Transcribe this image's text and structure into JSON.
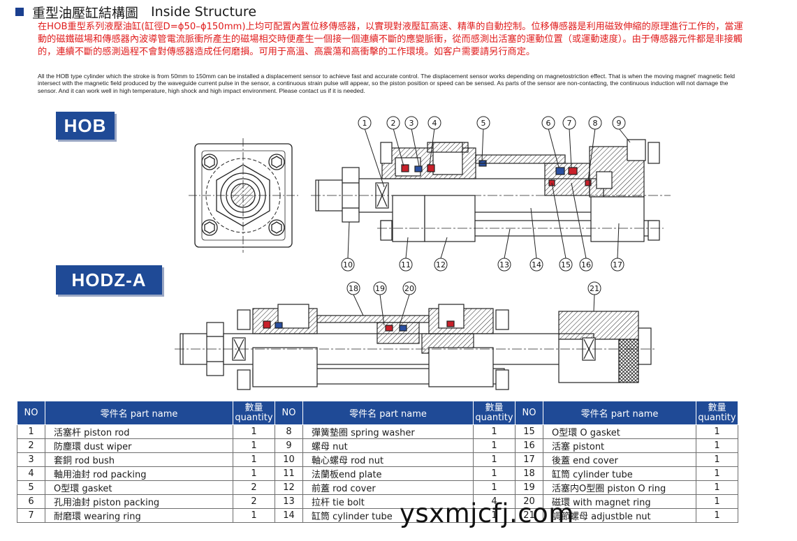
{
  "header": {
    "title_cn": "重型油壓缸結構圖",
    "title_en": "Inside Structure"
  },
  "description": {
    "cn": "在HOB重型系列液壓油缸(缸徑D=ϕ50–ϕ150mm)上均可配置內置位移傳感器，以實現對液壓缸高速、精準的自動控制。位移傳感器是利用磁致伸縮的原理進行工作的，當運動的磁鐵磁場和傳感器內波導管電流脈衝所產生的磁場相交時便產生一個接一個連續不斷的應變脈衝，從而感測出活塞的運動位置（或運動速度）。由于傳感器元件都是非接觸的，連續不斷的感測過程不會對傳感器造成任何磨損。可用于高溫、高震蕩和高衝擊的工作環境。如客户需要請另行商定。",
    "en": "All the HOB type cylinder which the stroke is from 50mm to 150mm can be installed a displacement sensor to achieve fast and accurate control. The displacement sensor works depending on magnetostriction effect. That is when the moving magnet' magnetic field intersect with the magnetic field produced by the waveguide current pulse in the sensor, a continuous strain pulse will appear, so the piston position or speed can be sensed. As parts of the sensor are non-contacting, the continuous induction will not damage the sensor. And it can work well in high temperature, high shock and high impact environment. Please contact us if it is needed."
  },
  "models": {
    "hob": "HOB",
    "hodz": "HODZ-A"
  },
  "callouts": {
    "hob_top": [
      "①",
      "②",
      "③",
      "④",
      "⑤",
      "⑥",
      "⑦",
      "⑧",
      "⑨"
    ],
    "hob_bottom": [
      "⑩",
      "⑪",
      "⑫",
      "⑬",
      "⑭",
      "⑮",
      "⑯",
      "⑰"
    ],
    "hodz_top": [
      "⑱",
      "⑲",
      "⑳",
      "㉑"
    ]
  },
  "table": {
    "headers": {
      "no": "NO",
      "part_name": "零件名 part name",
      "qty_cn": "數量",
      "qty_en": "quantity"
    },
    "columns": [
      [
        {
          "no": "1",
          "name": "活塞杆 piston rod",
          "qty": "1"
        },
        {
          "no": "2",
          "name": "防塵環 dust wiper",
          "qty": "1"
        },
        {
          "no": "3",
          "name": "套銅 rod bush",
          "qty": "1"
        },
        {
          "no": "4",
          "name": "軸用油封 rod packing",
          "qty": "1"
        },
        {
          "no": "5",
          "name": "O型環 gasket",
          "qty": "2"
        },
        {
          "no": "6",
          "name": "孔用油封 piston packing",
          "qty": "2"
        },
        {
          "no": "7",
          "name": "耐磨環 wearing ring",
          "qty": "1"
        }
      ],
      [
        {
          "no": "8",
          "name": "彈簧墊圈 spring washer",
          "qty": "1"
        },
        {
          "no": "9",
          "name": "螺母 nut",
          "qty": "1"
        },
        {
          "no": "10",
          "name": "軸心螺母 rod nut",
          "qty": "1"
        },
        {
          "no": "11",
          "name": "法蘭板end plate",
          "qty": "1"
        },
        {
          "no": "12",
          "name": "前蓋 rod cover",
          "qty": "1"
        },
        {
          "no": "13",
          "name": "拉杆 tie bolt",
          "qty": "4"
        },
        {
          "no": "14",
          "name": "缸筒 cylinder tube",
          "qty": "1"
        }
      ],
      [
        {
          "no": "15",
          "name": "O型環 O gasket",
          "qty": "1"
        },
        {
          "no": "16",
          "name": "活塞 pistont",
          "qty": "1"
        },
        {
          "no": "17",
          "name": "後蓋 end cover",
          "qty": "1"
        },
        {
          "no": "18",
          "name": "缸筒 cylinder tube",
          "qty": "1"
        },
        {
          "no": "19",
          "name": "活塞内O型圈 piston O ring",
          "qty": "1"
        },
        {
          "no": "20",
          "name": "磁環 with magnet ring",
          "qty": "1"
        },
        {
          "no": "21",
          "name": "調節螺母 adjustble nut",
          "qty": "1"
        }
      ]
    ]
  },
  "watermark": "ysxmjcfj.com",
  "colors": {
    "accent_blue": "#1f4a96",
    "desc_red": "#e01c1c",
    "seal_red": "#c8202a",
    "seal_blue": "#2a4fa0"
  }
}
